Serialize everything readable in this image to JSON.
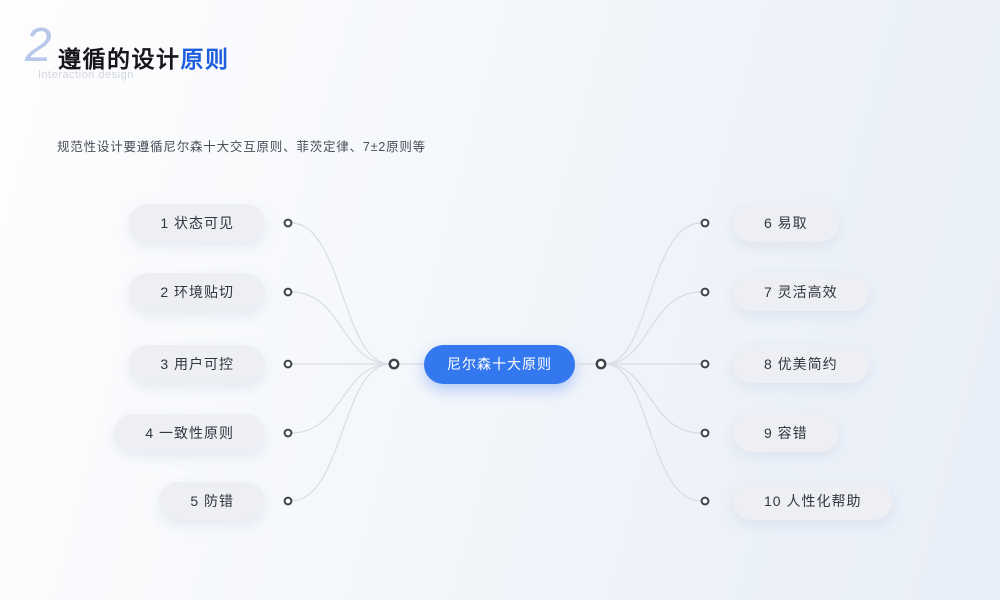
{
  "header": {
    "section_number": "2",
    "title_main": "遵循的设计",
    "title_accent": "原则",
    "subtitle": "Interaction design"
  },
  "description": "规范性设计要遵循尼尔森十大交互原则、菲茨定律、7±2原则等",
  "mindmap": {
    "center": {
      "label": "尼尔森十大原则"
    },
    "left": [
      {
        "label": "1 状态可见"
      },
      {
        "label": "2 环境贴切"
      },
      {
        "label": "3 用户可控"
      },
      {
        "label": "4 一致性原则"
      },
      {
        "label": "5 防错"
      }
    ],
    "right": [
      {
        "label": "6 易取"
      },
      {
        "label": "7 灵活高效"
      },
      {
        "label": "8 优美简约"
      },
      {
        "label": "9 容错"
      },
      {
        "label": "10 人性化帮助"
      }
    ]
  },
  "colors": {
    "title_accent_blue": "#1e5fdd",
    "center_node_blue": "#3478f0",
    "section_number_blue": "#b7c8ea",
    "node_pill_bg": "#edeff4",
    "node_text": "#33363d",
    "connector_line": "#d9dce2",
    "connector_ring_stroke": "#3f434a",
    "background_start": "#fdfdfe",
    "background_end": "#e8eef8"
  }
}
